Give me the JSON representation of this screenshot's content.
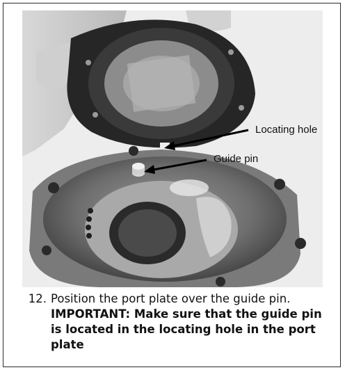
{
  "callouts": {
    "locating_hole": "Locating hole",
    "guide_pin": "Guide pin"
  },
  "step": {
    "number": "12.",
    "text": "Position the port plate over the guide pin.",
    "important": "IMPORTANT: Make sure that the guide pin is located in the locating hole in the port plate"
  }
}
